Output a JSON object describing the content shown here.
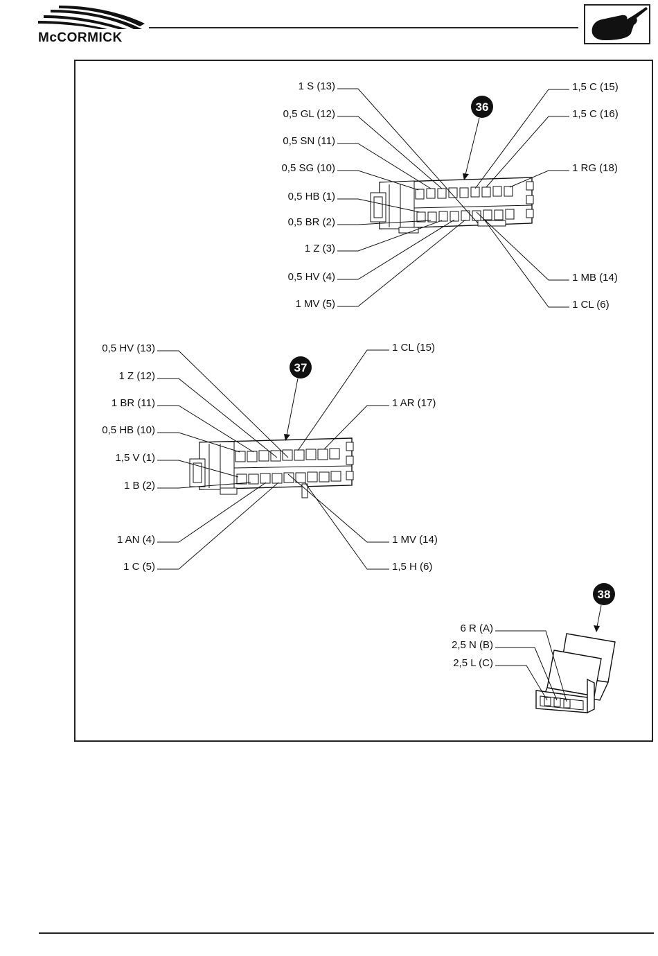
{
  "header": {
    "brand": "McCORMICK"
  },
  "connectors": [
    {
      "id": "36",
      "wires_left": [
        {
          "label": "1 S (13)"
        },
        {
          "label": "0,5 GL (12)"
        },
        {
          "label": "0,5 SN (11)"
        },
        {
          "label": "0,5 SG (10)"
        },
        {
          "label": "0,5 HB (1)"
        },
        {
          "label": "0,5 BR (2)"
        },
        {
          "label": "1 Z (3)"
        },
        {
          "label": "0,5 HV (4)"
        },
        {
          "label": "1 MV (5)"
        }
      ],
      "wires_right": [
        {
          "label": "1,5 C (15)"
        },
        {
          "label": "1,5 C (16)"
        },
        {
          "label": "1 RG (18)"
        },
        {
          "label": "1 MB (14)"
        },
        {
          "label": "1 CL (6)"
        }
      ]
    },
    {
      "id": "37",
      "wires_left": [
        {
          "label": "0,5 HV (13)"
        },
        {
          "label": "1 Z (12)"
        },
        {
          "label": "1 BR (11)"
        },
        {
          "label": "0,5 HB (10)"
        },
        {
          "label": "1,5 V (1)"
        },
        {
          "label": "1 B (2)"
        },
        {
          "label": "1 AN (4)"
        },
        {
          "label": "1 C (5)"
        }
      ],
      "wires_right": [
        {
          "label": "1 CL (15)"
        },
        {
          "label": "1 AR (17)"
        },
        {
          "label": "1 MV (14)"
        },
        {
          "label": "1,5 H (6)"
        }
      ]
    },
    {
      "id": "38",
      "wires_left": [
        {
          "label": "6 R (A)"
        },
        {
          "label": "2,5 N (B)"
        },
        {
          "label": "2,5 L (C)"
        }
      ],
      "wires_right": []
    }
  ],
  "icons": {
    "logo": "mccormick-logo",
    "section": "pointing-hand-icon"
  }
}
